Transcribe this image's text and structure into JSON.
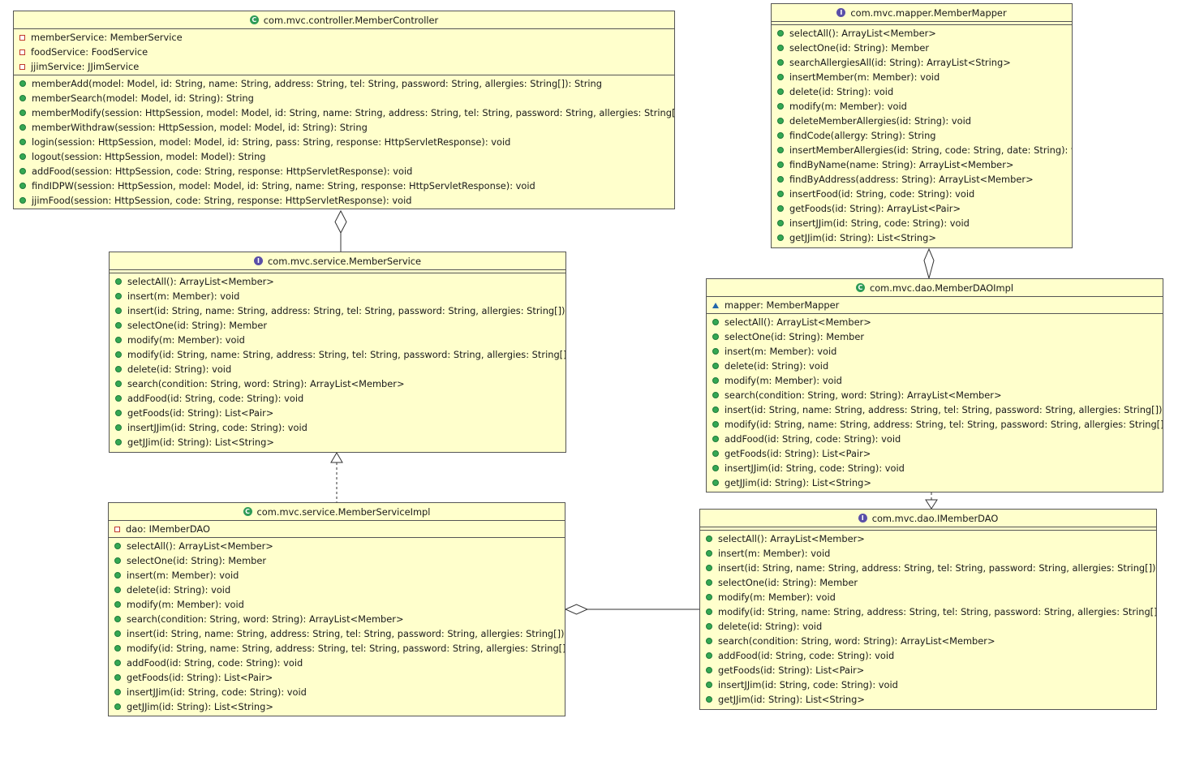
{
  "classes": {
    "controller": {
      "name": "com.mvc.controller.MemberController",
      "kind": "class",
      "fields": [
        {
          "vis": "private",
          "text": "memberService: MemberService"
        },
        {
          "vis": "private",
          "text": "foodService: FoodService"
        },
        {
          "vis": "private",
          "text": "jjimService: JJimService"
        }
      ],
      "methods": [
        "memberAdd(model: Model, id: String, name: String, address: String, tel: String, password: String, allergies: String[]): String",
        "memberSearch(model: Model, id: String): String",
        "memberModify(session: HttpSession, model: Model, id: String, name: String, address: String, tel: String, password: String, allergies: String[]): String",
        "memberWithdraw(session: HttpSession, model: Model, id: String): String",
        "login(session: HttpSession, model: Model, id: String, pass: String, response: HttpServletResponse): void",
        "logout(session: HttpSession, model: Model): String",
        "addFood(session: HttpSession, code: String, response: HttpServletResponse): void",
        "findIDPW(session: HttpSession, model: Model, id: String, name: String, response: HttpServletResponse): void",
        "jjimFood(session: HttpSession, code: String, response: HttpServletResponse): void"
      ]
    },
    "mapper": {
      "name": "com.mvc.mapper.MemberMapper",
      "kind": "interface",
      "fields": [],
      "methods": [
        "selectAll(): ArrayList<Member>",
        "selectOne(id: String): Member",
        "searchAllergiesAll(id: String): ArrayList<String>",
        "insertMember(m: Member): void",
        "delete(id: String): void",
        "modify(m: Member): void",
        "deleteMemberAllergies(id: String): void",
        "findCode(allergy: String): String",
        "insertMemberAllergies(id: String, code: String, date: String): void",
        "findByName(name: String): ArrayList<Member>",
        "findByAddress(address: String): ArrayList<Member>",
        "insertFood(id: String, code: String): void",
        "getFoods(id: String): ArrayList<Pair>",
        "insertJJim(id: String, code: String): void",
        "getJJim(id: String): List<String>"
      ]
    },
    "service": {
      "name": "com.mvc.service.MemberService",
      "kind": "interface",
      "fields": [],
      "methods": [
        "selectAll(): ArrayList<Member>",
        "insert(m: Member): void",
        "insert(id: String, name: String, address: String, tel: String, password: String, allergies: String[]): void",
        "selectOne(id: String): Member",
        "modify(m: Member): void",
        "modify(id: String, name: String, address: String, tel: String, password: String, allergies: String[]): void",
        "delete(id: String): void",
        "search(condition: String, word: String): ArrayList<Member>",
        "addFood(id: String, code: String): void",
        "getFoods(id: String): List<Pair>",
        "insertJJim(id: String, code: String): void",
        "getJJim(id: String): List<String>"
      ]
    },
    "daoimpl": {
      "name": "com.mvc.dao.MemberDAOImpl",
      "kind": "class",
      "fields": [
        {
          "vis": "package",
          "text": "mapper: MemberMapper"
        }
      ],
      "methods": [
        "selectAll(): ArrayList<Member>",
        "selectOne(id: String): Member",
        "insert(m: Member): void",
        "delete(id: String): void",
        "modify(m: Member): void",
        "search(condition: String, word: String): ArrayList<Member>",
        "insert(id: String, name: String, address: String, tel: String, password: String, allergies: String[]): void",
        "modify(id: String, name: String, address: String, tel: String, password: String, allergies: String[]): void",
        "addFood(id: String, code: String): void",
        "getFoods(id: String): List<Pair>",
        "insertJJim(id: String, code: String): void",
        "getJJim(id: String): List<String>"
      ]
    },
    "serviceimpl": {
      "name": "com.mvc.service.MemberServiceImpl",
      "kind": "class",
      "fields": [
        {
          "vis": "private",
          "text": "dao: IMemberDAO"
        }
      ],
      "methods": [
        "selectAll(): ArrayList<Member>",
        "selectOne(id: String): Member",
        "insert(m: Member): void",
        "delete(id: String): void",
        "modify(m: Member): void",
        "search(condition: String, word: String): ArrayList<Member>",
        "insert(id: String, name: String, address: String, tel: String, password: String, allergies: String[]): void",
        "modify(id: String, name: String, address: String, tel: String, password: String, allergies: String[]): void",
        "addFood(id: String, code: String): void",
        "getFoods(id: String): List<Pair>",
        "insertJJim(id: String, code: String): void",
        "getJJim(id: String): List<String>"
      ]
    },
    "idao": {
      "name": "com.mvc.dao.IMemberDAO",
      "kind": "interface",
      "fields": [],
      "methods": [
        "selectAll(): ArrayList<Member>",
        "insert(m: Member): void",
        "insert(id: String, name: String, address: String, tel: String, password: String, allergies: String[]): void",
        "selectOne(id: String): Member",
        "modify(m: Member): void",
        "modify(id: String, name: String, address: String, tel: String, password: String, allergies: String[]): void",
        "delete(id: String): void",
        "search(condition: String, word: String): ArrayList<Member>",
        "addFood(id: String, code: String): void",
        "getFoods(id: String): List<Pair>",
        "insertJJim(id: String, code: String): void",
        "getJJim(id: String): List<String>"
      ]
    }
  },
  "relations": [
    {
      "from": "service",
      "to": "controller",
      "type": "aggregation"
    },
    {
      "from": "daoimpl",
      "to": "mapper",
      "type": "aggregation"
    },
    {
      "from": "serviceimpl",
      "to": "service",
      "type": "realization"
    },
    {
      "from": "daoimpl",
      "to": "idao",
      "type": "realization"
    },
    {
      "from": "idao",
      "to": "serviceimpl",
      "type": "aggregation"
    }
  ],
  "colors": {
    "box_fill": "#ffffcc",
    "public": "#34a853",
    "private": "#c0392b",
    "package": "#2266aa",
    "class_badge": "#2e9b57",
    "interface_badge": "#5a4fa8"
  }
}
